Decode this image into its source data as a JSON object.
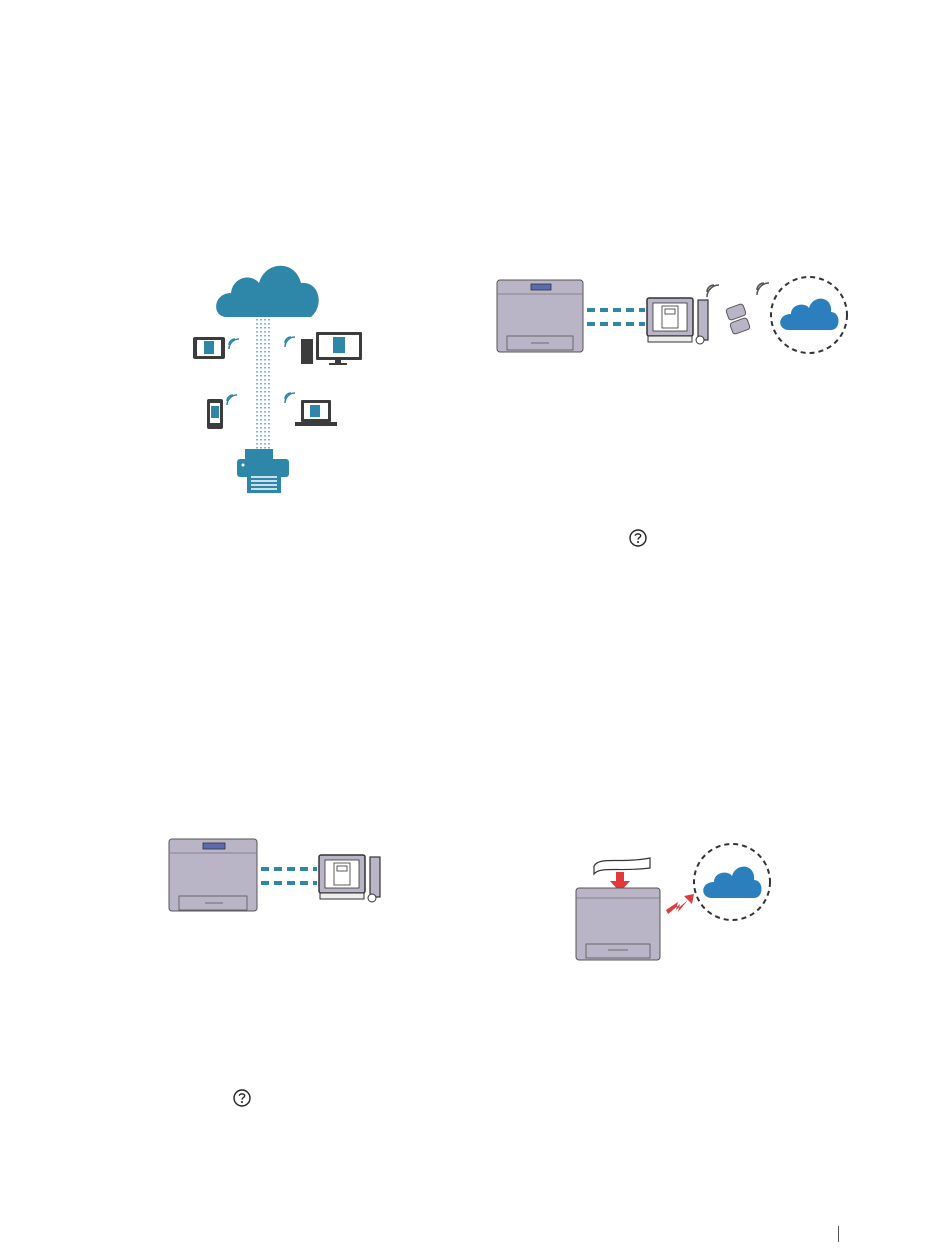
{
  "colors": {
    "teal": "#2e86a9",
    "cloud_blue": "#2b7fbd",
    "printer_gray": "#b9b4c6",
    "dark_gray": "#3c3c3c",
    "red": "#e03a3a"
  },
  "icons": {
    "help": "help-circle-icon"
  },
  "figures": [
    "cloud-print-overview",
    "printer-pc-discovery-cloud",
    "printer-pc-connection",
    "scan-to-cloud"
  ]
}
